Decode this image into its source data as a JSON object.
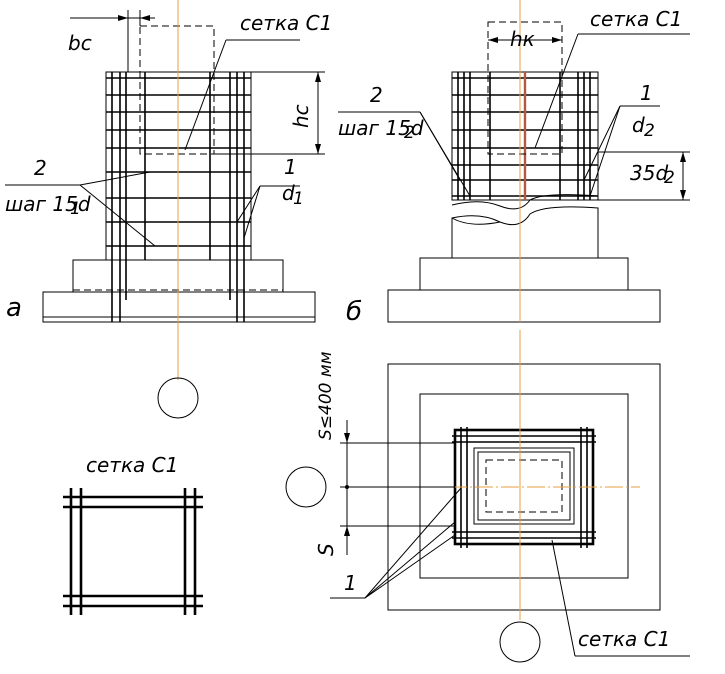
{
  "labels": {
    "mesh_top_left": "сетка С1",
    "mesh_top_right": "сетка С1",
    "mesh_detail": "сетка С1",
    "mesh_bottom_right": "сетка С1",
    "bc": "bс",
    "hc": "hс",
    "hk": "hк",
    "num2_left": "2",
    "step_left": "шаг 15d",
    "step_left_sub": "1",
    "num1_left": "1",
    "d1": "d",
    "d1_sub": "1",
    "num2_right": "2",
    "step_right": "шаг 15d",
    "step_right_sub": "2",
    "num1_right": "1",
    "d2": "d",
    "d2_sub": "2",
    "dim_35": "35d",
    "dim_35_sub": "2",
    "view_a": "а",
    "view_b": "б",
    "spacing_top": "S≤400 мм",
    "spacing_bottom": "S",
    "num1_plan": "1"
  }
}
